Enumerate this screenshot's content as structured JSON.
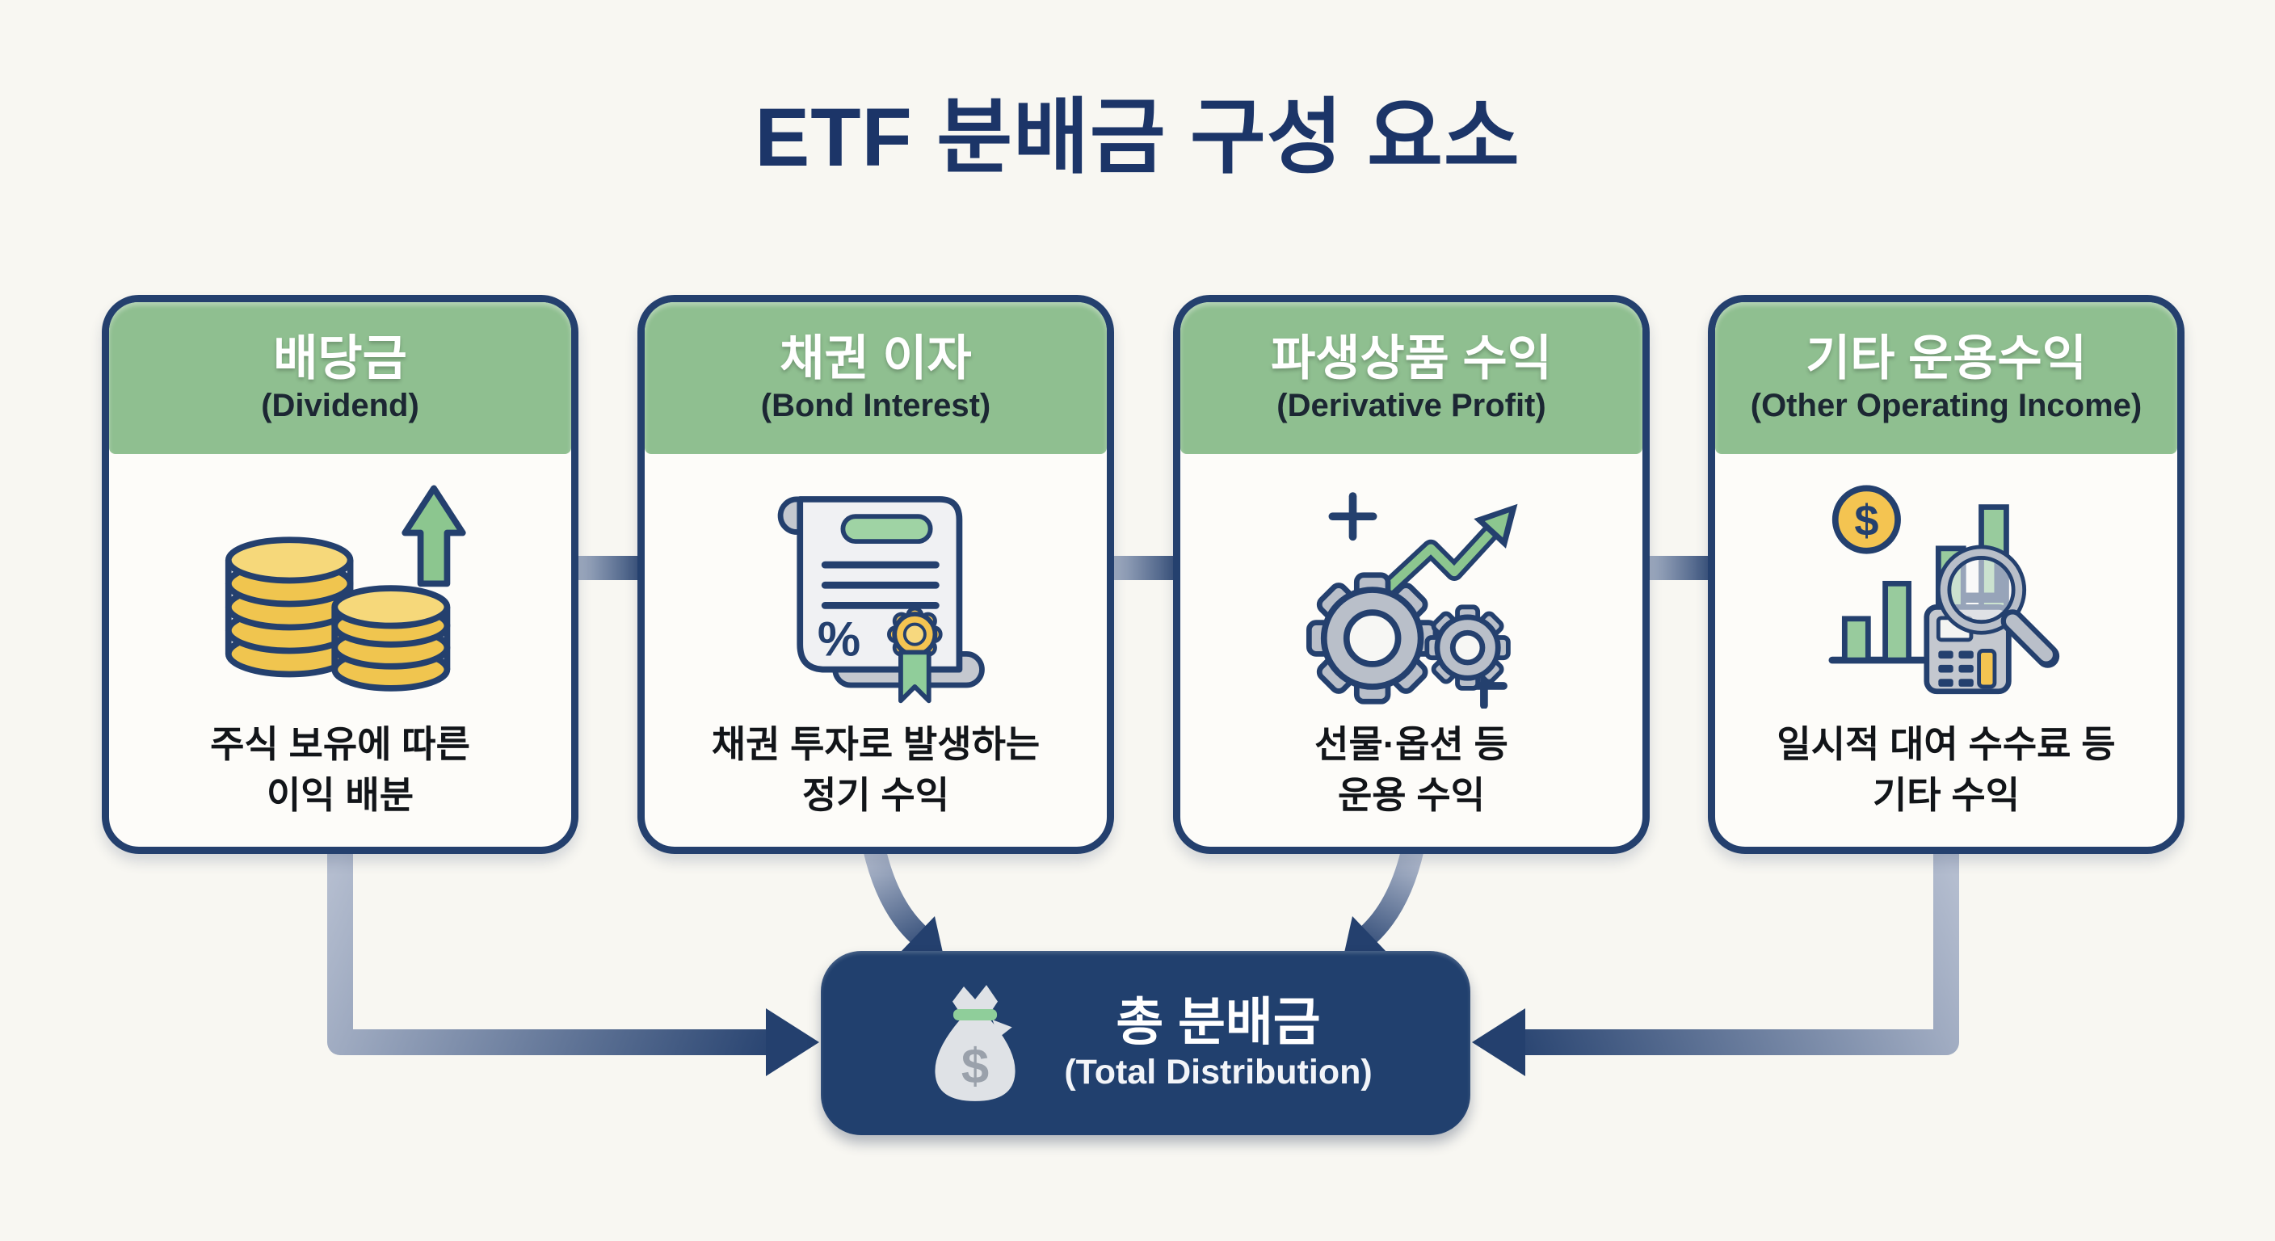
{
  "title": "ETF 분배금 구성 요소",
  "cards": [
    {
      "title_ko": "배당금",
      "title_en": "(Dividend)",
      "desc_line1": "주식 보유에 따른",
      "desc_line2": "이익 배분",
      "icon": "coins-growth-icon"
    },
    {
      "title_ko": "채권 이자",
      "title_en": "(Bond Interest)",
      "desc_line1": "채권 투자로 발생하는",
      "desc_line2": "정기 수익",
      "icon": "bond-certificate-icon"
    },
    {
      "title_ko": "파생상품 수익",
      "title_en": "(Derivative Profit)",
      "desc_line1": "선물·옵션 등",
      "desc_line2": "운용 수익",
      "icon": "gears-growth-icon"
    },
    {
      "title_ko": "기타 운용수익",
      "title_en": "(Other Operating Income)",
      "desc_line1": "일시적 대여 수수료 등",
      "desc_line2": "기타 수익",
      "icon": "financial-analysis-icon"
    }
  ],
  "total_box": {
    "title_ko": "총 분배금",
    "title_en": "(Total Distribution)",
    "icon": "money-bag-icon"
  },
  "glyphs": {
    "percent": "%",
    "dollar": "$"
  },
  "colors": {
    "navy": "#24406e",
    "title_navy": "#1c3568",
    "header_green": "#8fbf90",
    "icon_green": "#8cc68f",
    "gold": "#f0c54f",
    "card_bg": "#fdfcf9",
    "background": "#f8f7f2",
    "arrow_light": "#b4bdcf",
    "arrow_dark": "#24406e"
  }
}
